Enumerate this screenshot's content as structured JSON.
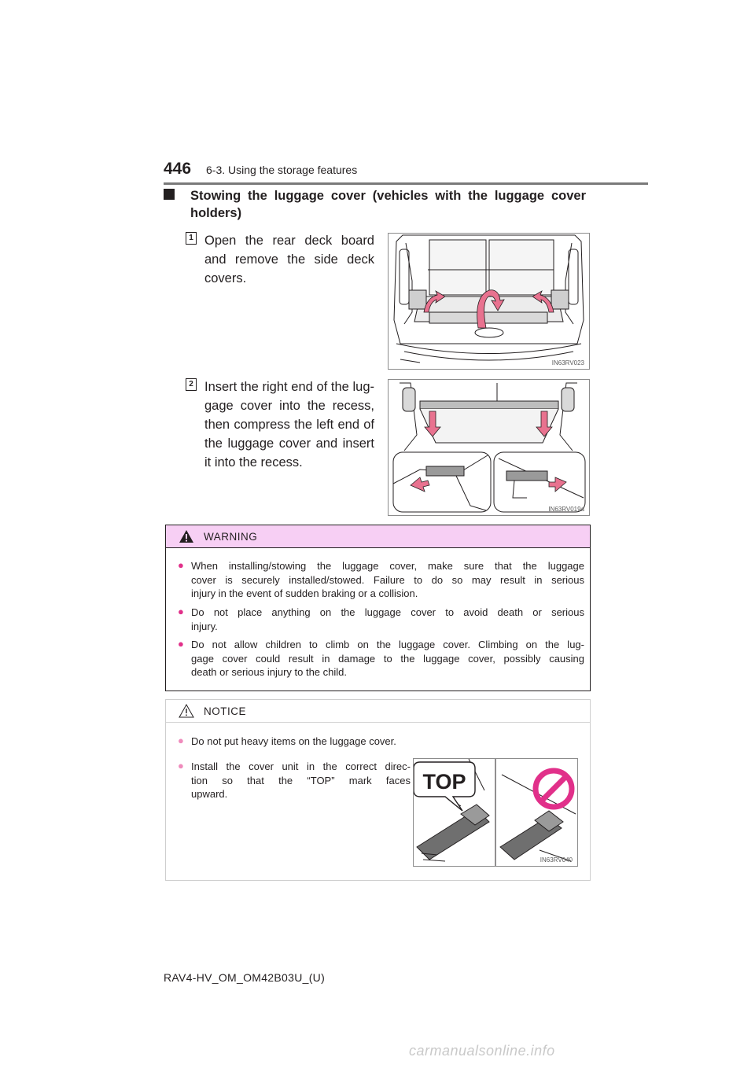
{
  "header": {
    "page_number": "446",
    "section": "6-3. Using the storage features"
  },
  "heading": {
    "line1": "Stowing the luggage cover (vehicles with the luggage cover",
    "line2": "holders)"
  },
  "steps": [
    {
      "number": "1",
      "lines": [
        "Open the rear deck board",
        "and remove the side deck",
        "covers."
      ],
      "figure_code": "IN63RV023"
    },
    {
      "number": "2",
      "lines": [
        "Insert the right end of the lug-",
        "gage cover into the recess,",
        "then compress the left end of",
        "the luggage cover and insert",
        "it into the recess."
      ],
      "figure_code": "IN63RV019a"
    }
  ],
  "warning": {
    "title": "WARNING",
    "items": [
      [
        "When installing/stowing the luggage cover, make sure that the luggage",
        "cover is securely installed/stowed. Failure to do so may result in serious",
        "injury in the event of sudden braking or a collision."
      ],
      [
        "Do not place anything on the luggage cover to avoid death or serious",
        "injury."
      ],
      [
        "Do not allow children to climb on the luggage cover. Climbing on the lug-",
        "gage cover could result in damage to the luggage cover, possibly causing",
        "death or serious injury to the child."
      ]
    ]
  },
  "notice": {
    "title": "NOTICE",
    "items": [
      [
        "Do not put heavy items on the luggage cover."
      ],
      [
        "Install the cover unit in the correct direc-",
        "tion so that the “TOP” mark faces",
        "upward."
      ]
    ],
    "figure_label": "TOP",
    "figure_code": "IN63RV040"
  },
  "footer": "RAV4-HV_OM_OM42B03U_(U)",
  "watermark": "carmanualsonline.info",
  "colors": {
    "warning_header": "#f7cff4",
    "bullet": "#e1308a",
    "arrow": "#e8728f"
  }
}
